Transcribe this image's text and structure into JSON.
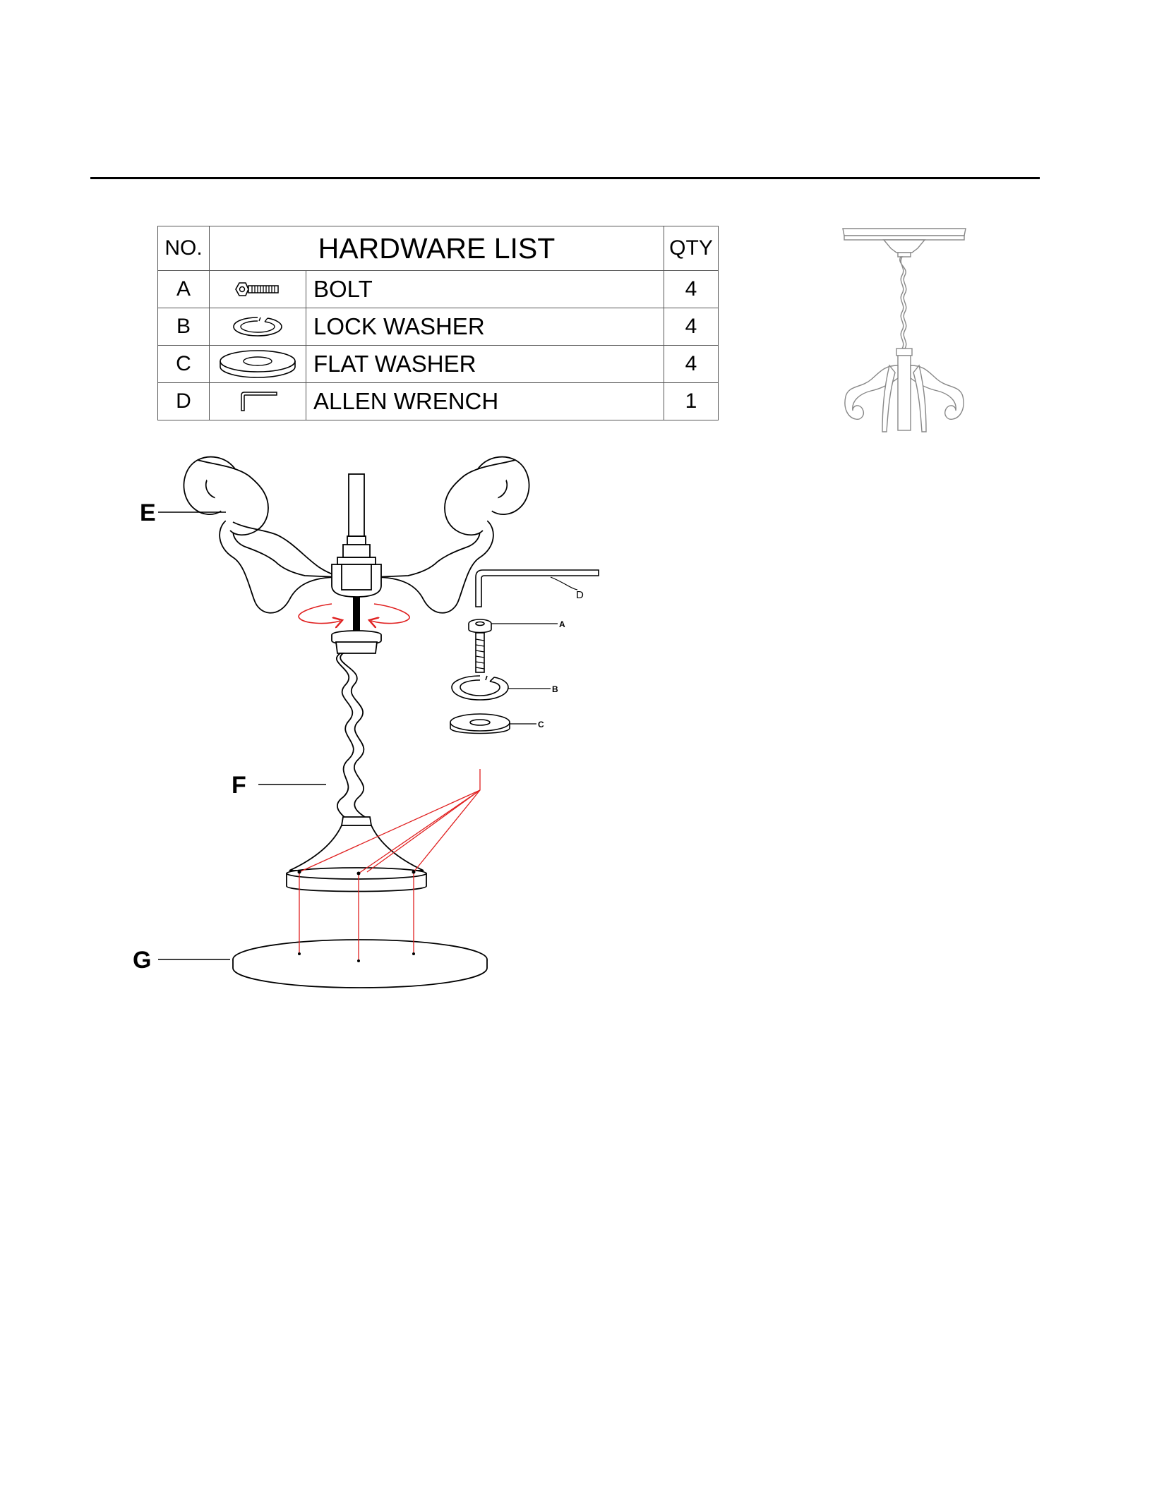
{
  "hardware_list": {
    "no_header": "NO.",
    "title": "HARDWARE LIST",
    "qty_header": "QTY",
    "rows": [
      {
        "no": "A",
        "icon": "bolt-icon",
        "description": "BOLT",
        "qty": "4"
      },
      {
        "no": "B",
        "icon": "lock-washer-icon",
        "description": "LOCK WASHER",
        "qty": "4"
      },
      {
        "no": "C",
        "icon": "flat-washer-icon",
        "description": "FLAT WASHER",
        "qty": "4"
      },
      {
        "no": "D",
        "icon": "allen-wrench-icon",
        "description": "ALLEN WRENCH",
        "qty": "1"
      }
    ]
  },
  "diagram": {
    "part_labels": {
      "e": "E",
      "f": "F",
      "g": "G"
    },
    "hardware_callouts": {
      "d": "D",
      "a": "A",
      "b": "B",
      "c": "C"
    }
  },
  "colors": {
    "line": "#000000",
    "accent_red": "#e02020",
    "rule": "#000000"
  }
}
